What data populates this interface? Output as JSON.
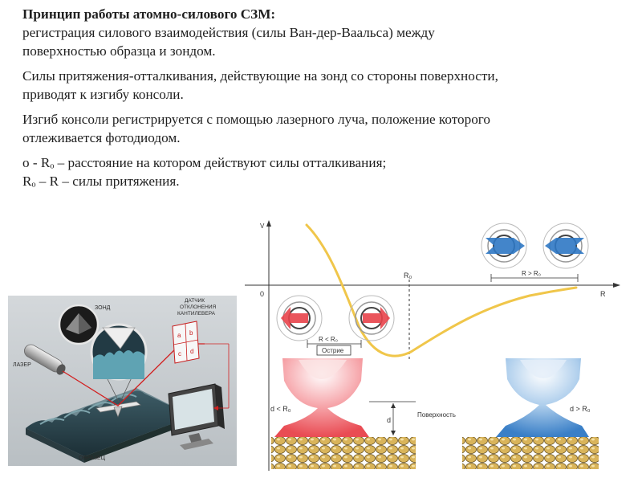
{
  "text": {
    "title": "Принцип работы атомно-силового СЗМ:",
    "line1": "регистрация силового взаимодействия (силы Ван-дер-Ваальса) между",
    "line2": "поверхностью образца и зондом.",
    "p2_line1": "Силы притяжения-отталкивания, действующие на зонд со стороны поверхности,",
    "p2_line2": "приводят к изгибу консоли.",
    "p3_line1": "Изгиб консоли регистрируется с помощью лазерного луча, положение которого",
    "p3_line2": "отлеживается фотодиодом.",
    "p4_line1": "o - Rₒ – расстояние на котором действуют силы отталкивания;",
    "p4_line2": "Rₒ – R – силы притяжения."
  },
  "left_figure": {
    "probe_label": "ЗОНД",
    "sensor_label_1": "ДАТЧИК",
    "sensor_label_2": "ОТКЛОНЕНИЯ",
    "sensor_label_3": "КАНТИЛЕВЕРА",
    "cell_a": "a",
    "cell_b": "b",
    "cell_c": "c",
    "cell_d": "d",
    "laser_label": "ЛАЗЕР",
    "sample_label": "ОБРАЗЕЦ"
  },
  "right_figure": {
    "axis_v": "V",
    "axis_r": "R",
    "origin": "0",
    "r0": "R₀",
    "r_less": "R < R₀",
    "r_greater": "R > R₀",
    "tip_label": "Острие",
    "d_less": "d < R₀",
    "d_greater": "d > R₀",
    "d_label": "d",
    "surface_label": "Поверхность"
  },
  "colors": {
    "curve": "#f0c64a",
    "repulsion": "#e8424a",
    "attraction": "#2f78c4",
    "laser": "#d22020"
  }
}
